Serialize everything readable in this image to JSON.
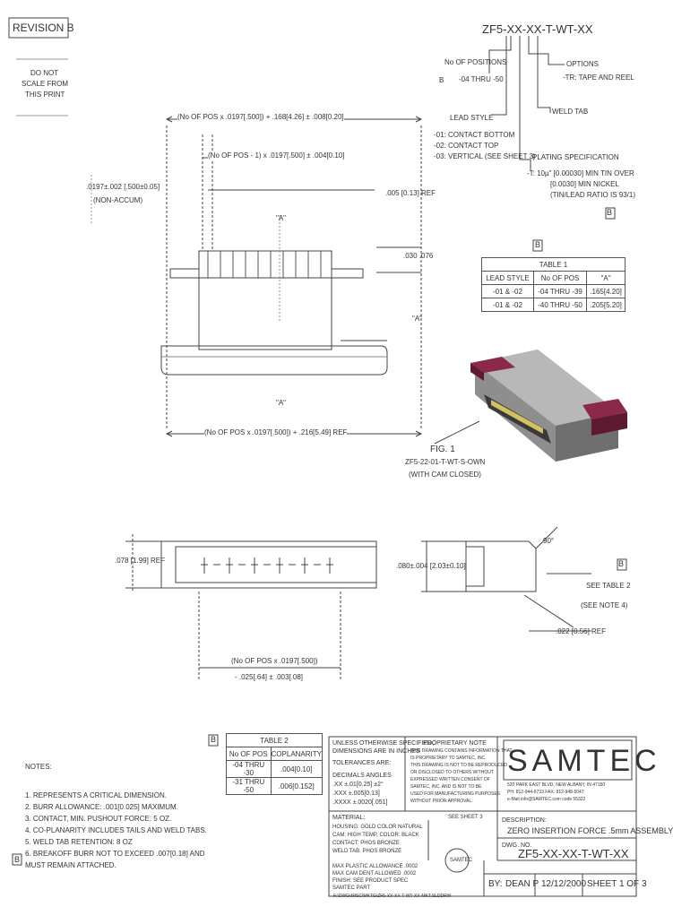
{
  "revision": "REVISION B",
  "scale_note": [
    "DO NOT",
    "SCALE FROM",
    "THIS PRINT"
  ],
  "part_number_header": "ZF5-XX-XX-T-WT-XX",
  "part_code": {
    "positions_label": "No OF POSITIONS",
    "positions_range": "-04 THRU -50",
    "rev_marker": "B",
    "options_label": "OPTIONS",
    "options_value": "-TR: TAPE AND REEL",
    "weld_tab": "WELD TAB",
    "lead_style_label": "LEAD STYLE",
    "lead_styles": [
      "-01: CONTACT BOTTOM",
      "-02: CONTACT TOP",
      "-03: VERTICAL (SEE SHEET 3)"
    ],
    "plating_label": "PLATING SPECIFICATION",
    "plating_lines": [
      "-T: 10µ\" [0.00030] MIN TIN OVER",
      "[0.0030] MIN NICKEL",
      "(TIN/LEAD RATIO IS 93/1)"
    ]
  },
  "dims": {
    "top_width": "(No OF POS x .0197[.500]) + .168[4.26] ± .008[0.20]",
    "pitch_span": "(No OF POS - 1) x .0197[.500] ± .004[0.10]",
    "pitch_tol": ".0197±.002 [.500±0.05]",
    "noncum": "(NON-ACCUM)",
    "ref_005": ".005 [0.13] REF",
    "dim_030": ".030 .076",
    "dim_a": "\"A\"",
    "bottom_width": "(No OF POS x .0197[.500]) + .216[5.49] REF",
    "height_ref": ".078 [1.99] REF",
    "height_080": ".080±.004 [2.03±0.10]",
    "angle": "90°",
    "see_table2": "SEE TABLE 2",
    "see_note4": "(SEE NOTE 4)",
    "dim_022": ".022 [0.56] REF",
    "tail_span": "(No OF POS x .0197[.500])",
    "tail_tol": "- .025[.64] ± .003[.08]"
  },
  "fig": {
    "title": "FIG. 1",
    "caption": [
      "ZF5-22-01-T-WT-S-OWN",
      "(WITH CAM CLOSED)"
    ]
  },
  "table1": {
    "rev": "B",
    "title": "TABLE 1",
    "headers": [
      "LEAD STYLE",
      "No OF POS",
      "\"A\""
    ],
    "rows": [
      [
        "-01 & -02",
        "-04 THRU -39",
        ".165[4.20]"
      ],
      [
        "-01 & -02",
        "-40 THRU -50",
        ".205[5.20]"
      ]
    ]
  },
  "table2": {
    "rev": "B",
    "title": "TABLE 2",
    "headers": [
      "No OF POS",
      "COPLANARITY"
    ],
    "rows": [
      [
        "-04 THRU -30",
        ".004[0.10]"
      ],
      [
        "-31 THRU -50",
        ".006[0.152]"
      ]
    ]
  },
  "notes": {
    "title": "NOTES:",
    "items": [
      "1.  REPRESENTS A CRITICAL DIMENSION.",
      "2.  BURR ALLOWANCE: .001[0.025] MAXIMUM.",
      "3.  CONTACT, MIN. PUSHOUT FORCE: 5 OZ.",
      "4.  CO-PLANARITY INCLUDES TAILS AND WELD TABS.",
      "5.  WELD TAB RETENTION: 8 OZ",
      "6.  BREAKOFF BURR NOT TO EXCEED .007[0.18] AND",
      "     MUST REMAIN ATTACHED."
    ],
    "rev_marker": "B"
  },
  "tolerances": {
    "lines": [
      "UNLESS OTHERWISE SPECIFIED,",
      "DIMENSIONS ARE IN INCHES",
      "TOLERANCES ARE:",
      "DECIMALS          ANGLES",
      ".XX ±.01[0.25]         ±2°",
      ".XXX ±.005[0.13]",
      ".XXXX ±.0020[.051]"
    ]
  },
  "material": {
    "label": "MATERIAL:",
    "lines": [
      "HOUSING: GOLD COLOR NATURAL",
      "CAM: HIGH TEMP, COLOR: BLACK",
      "CONTACT: PHOS BRONZE",
      "WELD TAB: PHOS BRONZE"
    ]
  },
  "proprietary": {
    "label": "PROPRIETARY NOTE",
    "lines": [
      "THIS DRAWING CONTAINS INFORMATION THAT",
      "IS PROPRIETARY TO SAMTEC, INC.",
      "THIS DRAWING IS NOT TO BE REPRODUCED",
      "OR DISCLOSED TO OTHERS WITHOUT",
      "EXPRESSED WRITTEN CONSENT OF",
      "SAMTEC, INC. AND IS NOT TO BE",
      "USED FOR MANUFACTURING PURPOSES",
      "WITHOUT PRIOR APPROVAL."
    ]
  },
  "title_block": {
    "logo": "SAMTEC",
    "address": [
      "520 PARK EAST BLVD, NEW ALBANY, IN 47150",
      "PH: 812-944-6733  FAX: 812-948-5047",
      "e-Mail info@SAMTEC.com  code 55322"
    ],
    "description_label": "DESCRIPTION:",
    "description": "ZERO INSERTION FORCE .5mm ASSEMBLY",
    "dwg_label": "DWG. NO.",
    "dwg_no": "ZF5-XX-XX-T-WT-XX",
    "by_label": "BY:",
    "by": "DEAN P",
    "date": "12/12/2000",
    "sheet": "SHEET 1 OF 3",
    "sheet_ref": "F:\\DWG\\MISC\\MKTG\\ZF5-XX-XX-T-WT-XX-MKT.SLDDRW",
    "see_sheet": "SEE SHEET 3",
    "footer_lines": [
      "MAX PLASTIC ALLOWANCE .0002",
      "MAX CAM DENT ALLOWED .0002",
      "FINISH: SEE PRODUCT SPEC",
      "SAMTEC PART"
    ]
  },
  "colors": {
    "line": "#444444",
    "cam": "#8a2a48",
    "housing": "#9a9a9a"
  }
}
